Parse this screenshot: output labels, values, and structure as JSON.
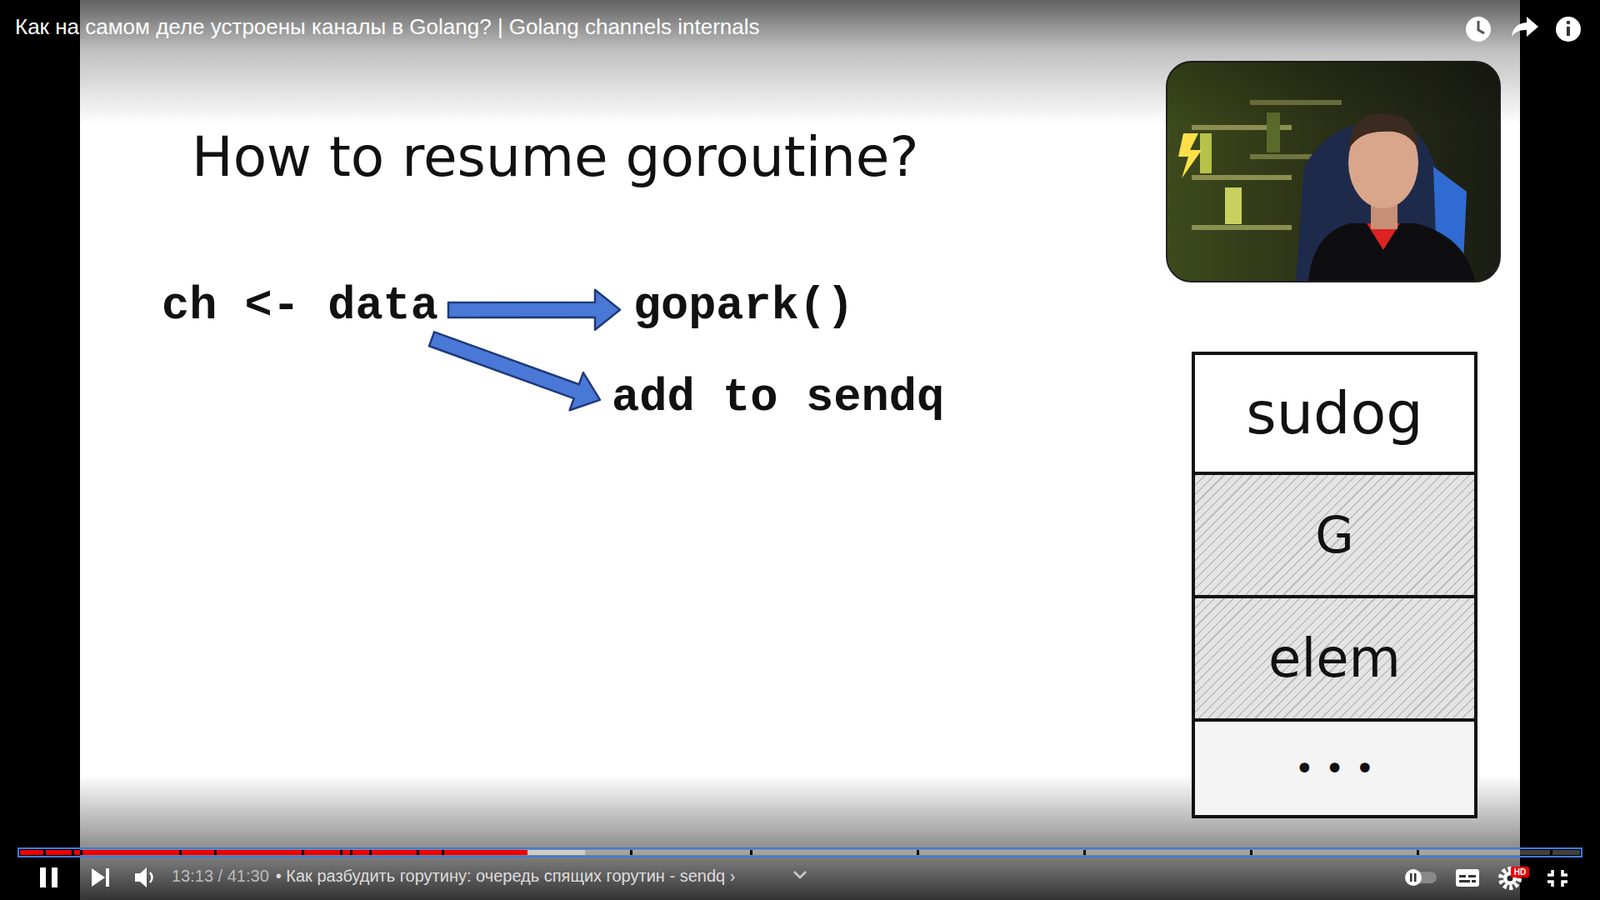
{
  "diagram": {
    "title": "How to resume goroutine?",
    "nodes": [
      {
        "text": [
          "ch <- data"
        ]
      },
      {
        "text": [
          "gopark()"
        ]
      },
      {
        "text": [
          "add to sendq"
        ]
      },
      {
        "text": [
          "sudog"
        ]
      },
      {
        "text": [
          "G"
        ],
        "in": 3
      },
      {
        "text": [
          "elem"
        ],
        "in": 3
      },
      {
        "text": [
          "• • •"
        ],
        "in": 3
      }
    ],
    "edges": [
      {
        "from": 0,
        "to": 1,
        "arrow": "to"
      },
      {
        "from": 0,
        "to": 2,
        "arrow": "to"
      }
    ],
    "labels": [
      "Как на самом деле устроены каналы в Golang? | Golang channels internals",
      "13:13 / 41:30",
      "• Как разбудить горутину: очередь спящих горутин - sendq ›",
      "HD"
    ]
  }
}
